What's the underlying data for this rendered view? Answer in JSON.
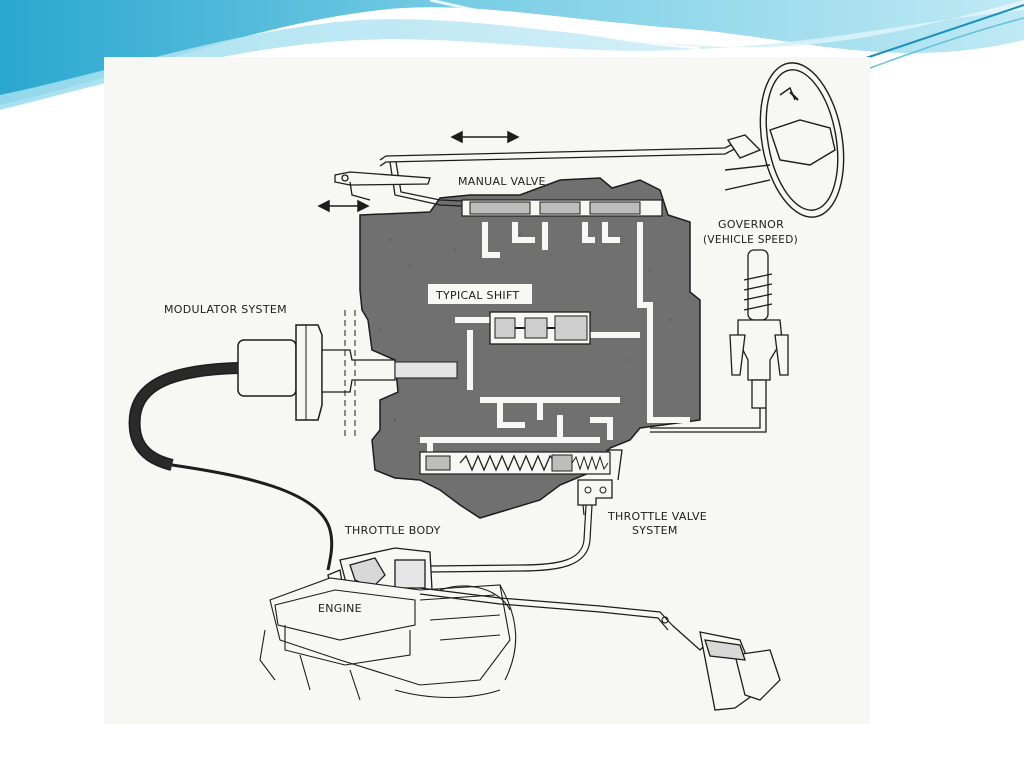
{
  "theme": {
    "wave_dark": "#1f9bc4",
    "wave_light": "#8fd6ea",
    "panel_bg": "#f7f7f4",
    "ink": "#1d1d1d",
    "casting": "#6e6e6e"
  },
  "labels": {
    "manual_valve": "MANUAL VALVE",
    "governor_line1": "GOVERNOR",
    "governor_line2": "(VEHICLE SPEED)",
    "modulator_system": "MODULATOR SYSTEM",
    "typical_shift": "TYPICAL SHIFT",
    "throttle_body": "THROTTLE BODY",
    "throttle_valve_line1": "THROTTLE VALVE",
    "throttle_valve_line2": "SYSTEM",
    "engine": "ENGINE"
  }
}
